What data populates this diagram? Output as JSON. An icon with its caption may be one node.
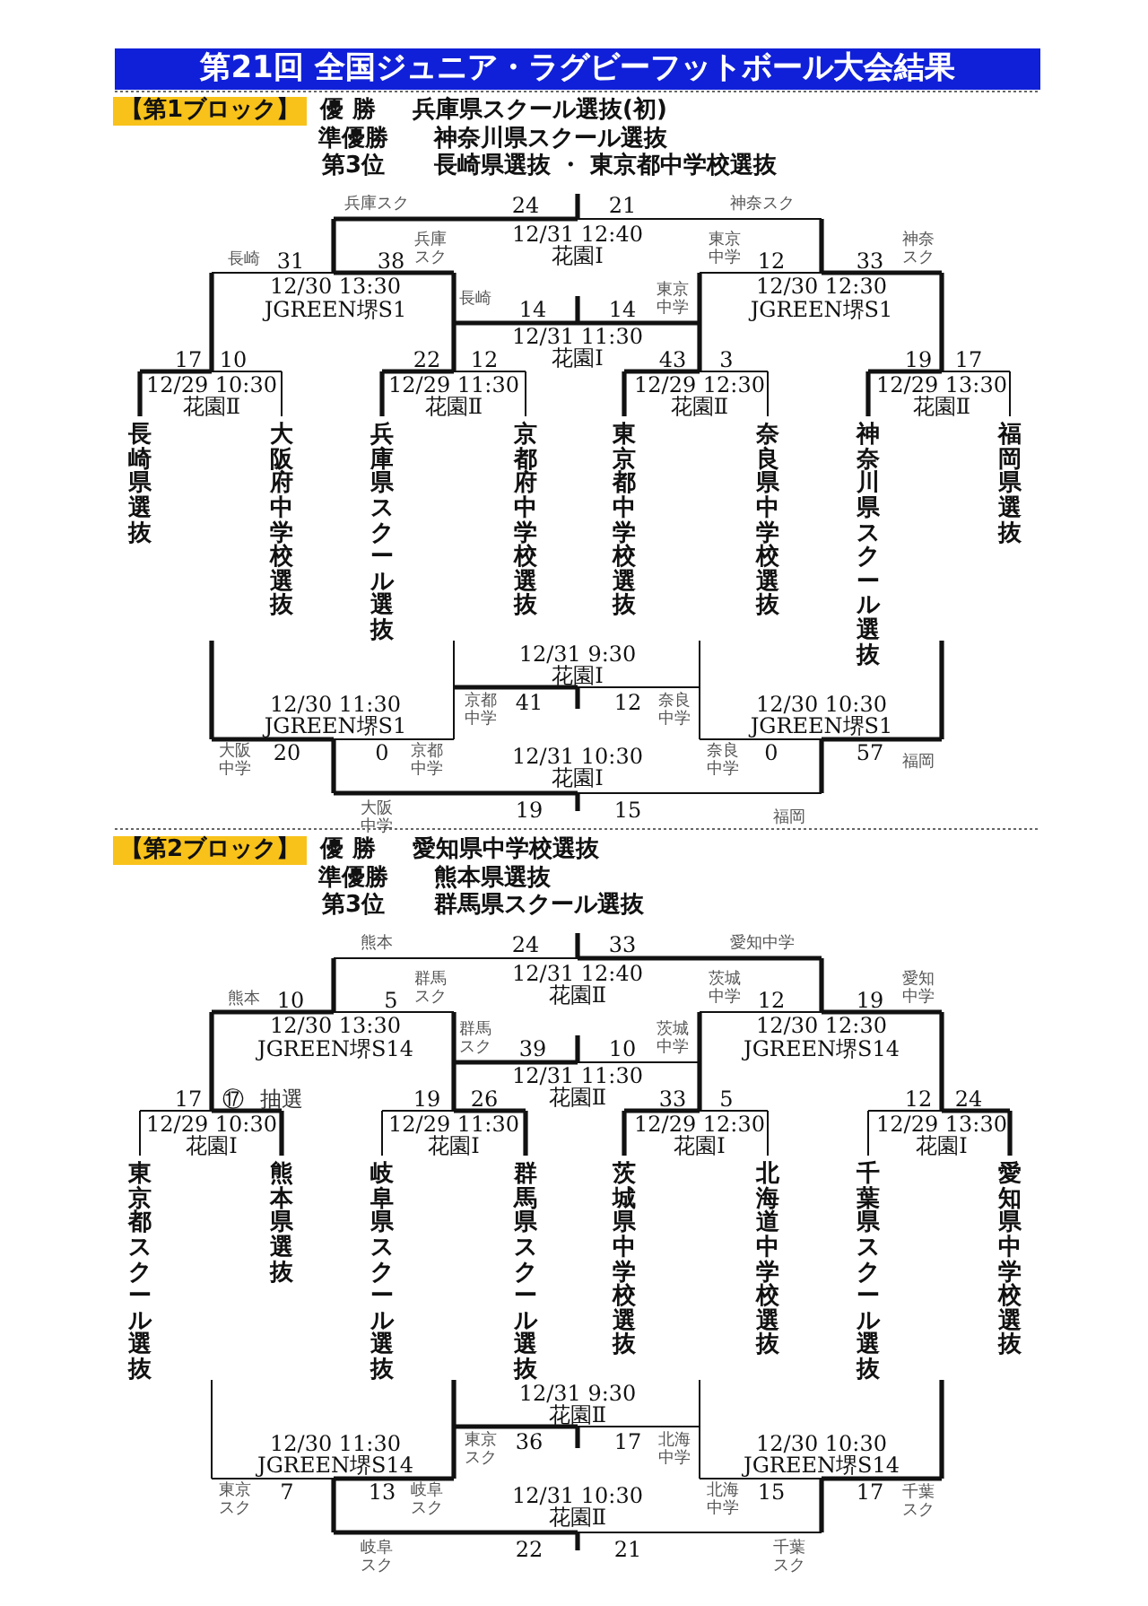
{
  "diagram": {
    "title": "第21回 全国ジュニア・ラグビーフットボール大会結果",
    "nodes": [
      {
        "text": [
          "【第1ブロック】"
        ]
      },
      {
        "text": [
          "長崎県選抜"
        ]
      },
      {
        "text": [
          "大阪府中学校選抜"
        ]
      },
      {
        "text": [
          "兵庫県スクール選抜"
        ]
      },
      {
        "text": [
          "京都府中学校選抜"
        ]
      },
      {
        "text": [
          "東京都中学校選抜"
        ]
      },
      {
        "text": [
          "奈良県中学校選抜"
        ]
      },
      {
        "text": [
          "神奈川県スクール選抜"
        ]
      },
      {
        "text": [
          "福岡県選抜"
        ]
      },
      {
        "text": [
          "【第2ブロック】"
        ]
      },
      {
        "text": [
          "東京都スクール選抜"
        ]
      },
      {
        "text": [
          "熊本県選抜"
        ]
      },
      {
        "text": [
          "岐阜県スクール選抜"
        ]
      },
      {
        "text": [
          "群馬県スクール選抜"
        ]
      },
      {
        "text": [
          "茨城県中学校選抜"
        ]
      },
      {
        "text": [
          "北海道中学校選抜"
        ]
      },
      {
        "text": [
          "千葉県スクール選抜"
        ]
      },
      {
        "text": [
          "愛知県中学校選抜"
        ]
      }
    ],
    "labels": [
      "優 勝",
      "兵庫県スクール選抜(初)",
      "準優勝",
      "神奈川県スクール選抜",
      "第3位",
      "長崎県選抜 ・ 東京都中学校選抜",
      "兵庫スク",
      "24",
      "21",
      "神奈スク",
      "12/31 12:40",
      "花園Ⅰ",
      "兵庫スク",
      "長崎",
      "31",
      "38",
      "東京中学",
      "12",
      "33",
      "神奈スク",
      "12/30 13:30",
      "JGREEN堺S1",
      "12/30 12:30",
      "JGREEN堺S1",
      "長崎",
      "14",
      "14",
      "東京中学",
      "12/31 11:30",
      "17",
      "10",
      "22",
      "12",
      "花園Ⅰ",
      "43",
      "3",
      "19",
      "17",
      "12/29 10:30",
      "花園Ⅱ",
      "12/29 11:30",
      "花園Ⅱ",
      "12/29 12:30",
      "花園Ⅱ",
      "12/29 13:30",
      "花園Ⅱ",
      "12/31 9:30",
      "花園Ⅰ",
      "12/30 11:30",
      "JGREEN堺S1",
      "京都中学",
      "41",
      "12",
      "奈良中学",
      "12/30 10:30",
      "JGREEN堺S1",
      "大阪中学",
      "20",
      "0",
      "京都中学",
      "12/31 10:30",
      "花園Ⅰ",
      "奈良中学",
      "0",
      "57",
      "福岡",
      "大阪中学",
      "19",
      "15",
      "福岡",
      "優 勝",
      "愛知県中学校選抜",
      "準優勝",
      "熊本県選抜",
      "第3位",
      "群馬県スクール選抜",
      "熊本",
      "24",
      "33",
      "愛知中学",
      "12/31 12:40",
      "花園Ⅱ",
      "群馬スク",
      "熊本",
      "10",
      "5",
      "茨城中学",
      "12",
      "19",
      "愛知中学",
      "12/30 13:30",
      "JGREEN堺S14",
      "12/30 12:30",
      "JGREEN堺S14",
      "群馬スク",
      "39",
      "10",
      "茨城中学",
      "12/31 11:30",
      "17",
      "⑰",
      "抽選",
      "19",
      "26",
      "花園Ⅱ",
      "33",
      "5",
      "12",
      "24",
      "12/29 10:30",
      "花園Ⅰ",
      "12/29 11:30",
      "花園Ⅰ",
      "12/29 12:30",
      "花園Ⅰ",
      "12/29 13:30",
      "花園Ⅰ",
      "12/31 9:30",
      "花園Ⅱ",
      "12/30 11:30",
      "JGREEN堺S14",
      "東京スク",
      "36",
      "17",
      "北海中学",
      "12/30 10:30",
      "JGREEN堺S14",
      "東京スク",
      "7",
      "13",
      "岐阜スク",
      "12/31 10:30",
      "花園Ⅱ",
      "北海中学",
      "15",
      "17",
      "千葉スク",
      "岐阜スク",
      "22",
      "21",
      "千葉スク"
    ]
  }
}
